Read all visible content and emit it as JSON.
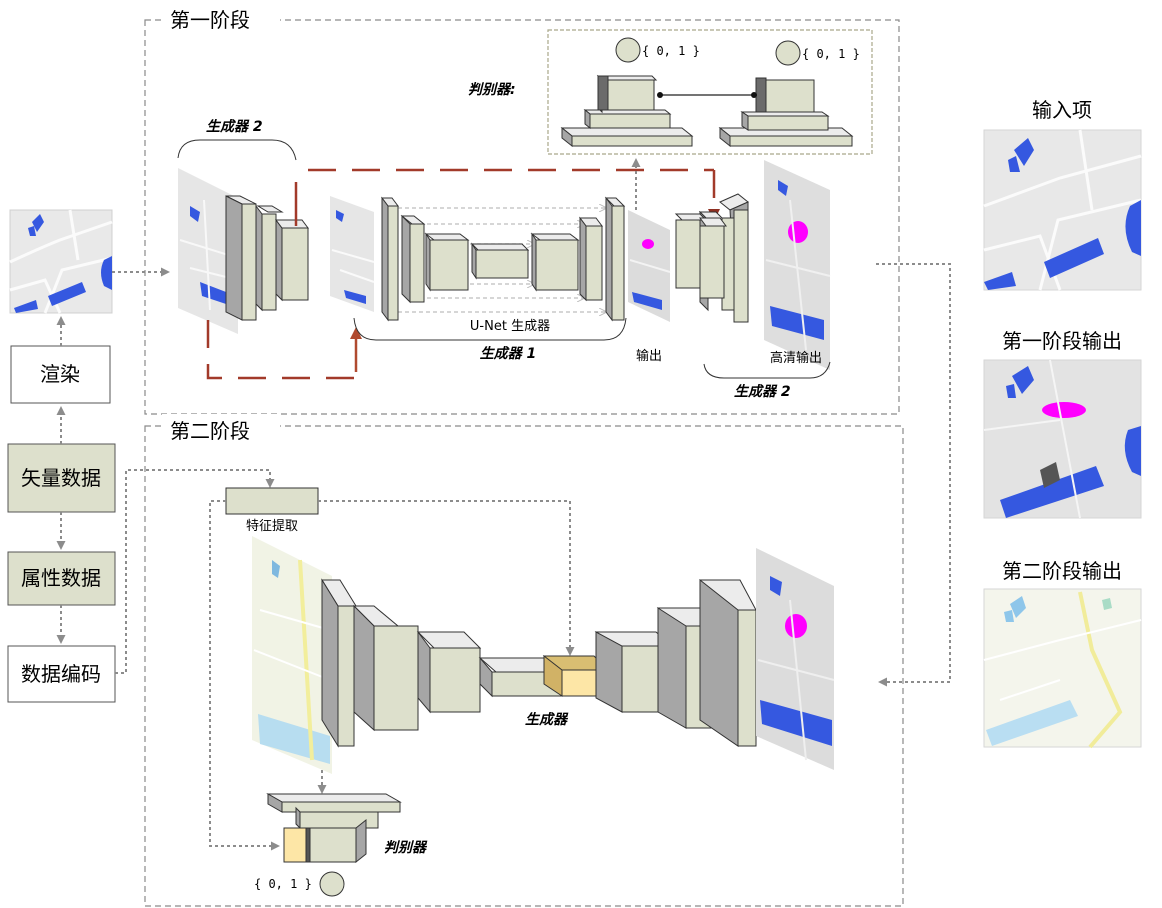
{
  "stage1": {
    "title": "第一阶段"
  },
  "stage2": {
    "title": "第二阶段"
  },
  "left_column": {
    "render": "渲染",
    "vector_data": "矢量数据",
    "attribute_data": "属性数据",
    "data_encoding": "数据编码"
  },
  "right_column": {
    "input_label": "输入项",
    "stage1_output_label": "第一阶段输出",
    "stage2_output_label": "第二阶段输出"
  },
  "stage1_labels": {
    "discriminator": "判别器:",
    "binary_a": "{ 0, 1 }",
    "binary_b": "{ 0, 1 }",
    "generator2_top": "生成器 2",
    "unet": "U-Net 生成器",
    "generator1": "生成器 1",
    "output": "输出",
    "hd_output": "高清输出",
    "generator2_bottom": "生成器 2"
  },
  "stage2_labels": {
    "feature_extraction": "特征提取",
    "generator": "生成器",
    "discriminator": "判别器",
    "binary": "{ 0, 1 }"
  },
  "colors": {
    "block_face": "#dde0cc",
    "block_side": "#a6a6a6",
    "block_top": "#ececec",
    "highlight_face": "#fde6a6",
    "highlight_side": "#d1b266",
    "arrow_red": "#b04a2f",
    "dash_red": "#a23a2a",
    "map_blue": "#3558e0",
    "magenta": "#ff00ff"
  }
}
